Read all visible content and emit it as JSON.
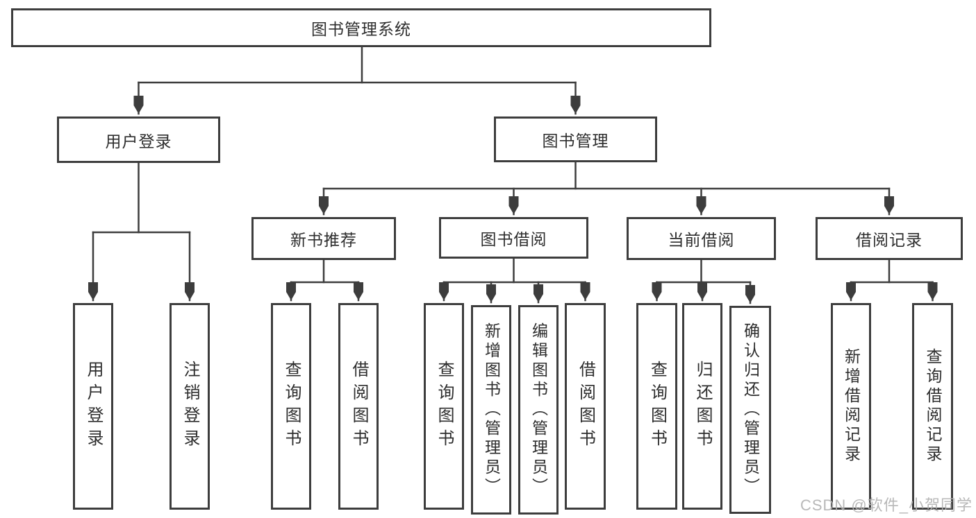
{
  "title": "图书管理系统",
  "watermark": "CSDN @软件_小贺同学",
  "tree": {
    "label": "图书管理系统",
    "children": [
      {
        "label": "用户登录",
        "children": [
          {
            "label": "用户登录"
          },
          {
            "label": "注销登录"
          }
        ]
      },
      {
        "label": "图书管理",
        "children": [
          {
            "label": "新书推荐",
            "children": [
              {
                "label": "查询图书"
              },
              {
                "label": "借阅图书"
              }
            ]
          },
          {
            "label": "图书借阅",
            "children": [
              {
                "label": "查询图书"
              },
              {
                "label": "新增图书（管理员）"
              },
              {
                "label": "编辑图书（管理员）"
              },
              {
                "label": "借阅图书"
              }
            ]
          },
          {
            "label": "当前借阅",
            "children": [
              {
                "label": "查询图书"
              },
              {
                "label": "归还图书"
              },
              {
                "label": "确认归还（管理员）"
              }
            ]
          },
          {
            "label": "借阅记录",
            "children": [
              {
                "label": "新增借阅记录"
              },
              {
                "label": "查询借阅记录"
              }
            ]
          }
        ]
      }
    ]
  },
  "colors": {
    "stroke": "#3d3d3d",
    "text": "#2d2d2d",
    "watermark": "#b2b2b2",
    "background": "#ffffff"
  }
}
